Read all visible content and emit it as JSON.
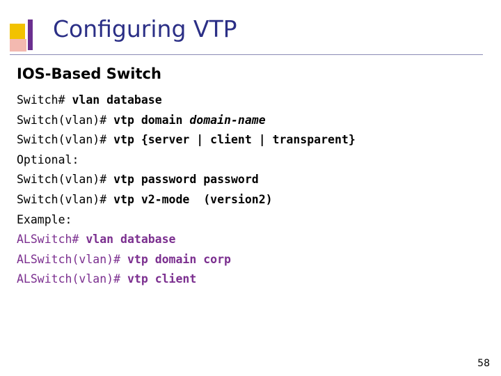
{
  "slide": {
    "title": "Configuring VTP",
    "subtitle": "IOS-Based Switch",
    "page_number": "58",
    "colors": {
      "title": "#2b2f86",
      "accent_yellow": "#f2c200",
      "accent_purple": "#6b2f8f",
      "accent_pink": "#f3b9b0",
      "example_text": "#7b2f8f"
    }
  },
  "code": {
    "lines": [
      {
        "segments": [
          {
            "text": "Switch# ",
            "style": "plain"
          },
          {
            "text": "vlan database",
            "style": "bold"
          }
        ],
        "color": "black"
      },
      {
        "segments": [
          {
            "text": "Switch(vlan)# ",
            "style": "plain"
          },
          {
            "text": "vtp domain ",
            "style": "bold"
          },
          {
            "text": "domain-name",
            "style": "italic"
          }
        ],
        "color": "black"
      },
      {
        "segments": [
          {
            "text": "Switch(vlan)# ",
            "style": "plain"
          },
          {
            "text": "vtp {server | client | transparent}",
            "style": "bold"
          }
        ],
        "color": "black"
      },
      {
        "segments": [
          {
            "text": "Optional:",
            "style": "plain"
          }
        ],
        "color": "black"
      },
      {
        "segments": [
          {
            "text": "Switch(vlan)# ",
            "style": "plain"
          },
          {
            "text": "vtp password password",
            "style": "bold"
          }
        ],
        "color": "black"
      },
      {
        "segments": [
          {
            "text": "Switch(vlan)# ",
            "style": "plain"
          },
          {
            "text": "vtp v2-mode  (version2)",
            "style": "bold"
          }
        ],
        "color": "black"
      },
      {
        "segments": [
          {
            "text": "Example:",
            "style": "plain"
          }
        ],
        "color": "black"
      },
      {
        "segments": [
          {
            "text": "ALSwitch# ",
            "style": "plain"
          },
          {
            "text": "vlan database",
            "style": "bold"
          }
        ],
        "color": "purple"
      },
      {
        "segments": [
          {
            "text": "ALSwitch(vlan)# ",
            "style": "plain"
          },
          {
            "text": "vtp domain corp",
            "style": "bold"
          }
        ],
        "color": "purple"
      },
      {
        "segments": [
          {
            "text": "ALSwitch(vlan)# ",
            "style": "plain"
          },
          {
            "text": "vtp client",
            "style": "bold"
          }
        ],
        "color": "purple"
      }
    ]
  }
}
